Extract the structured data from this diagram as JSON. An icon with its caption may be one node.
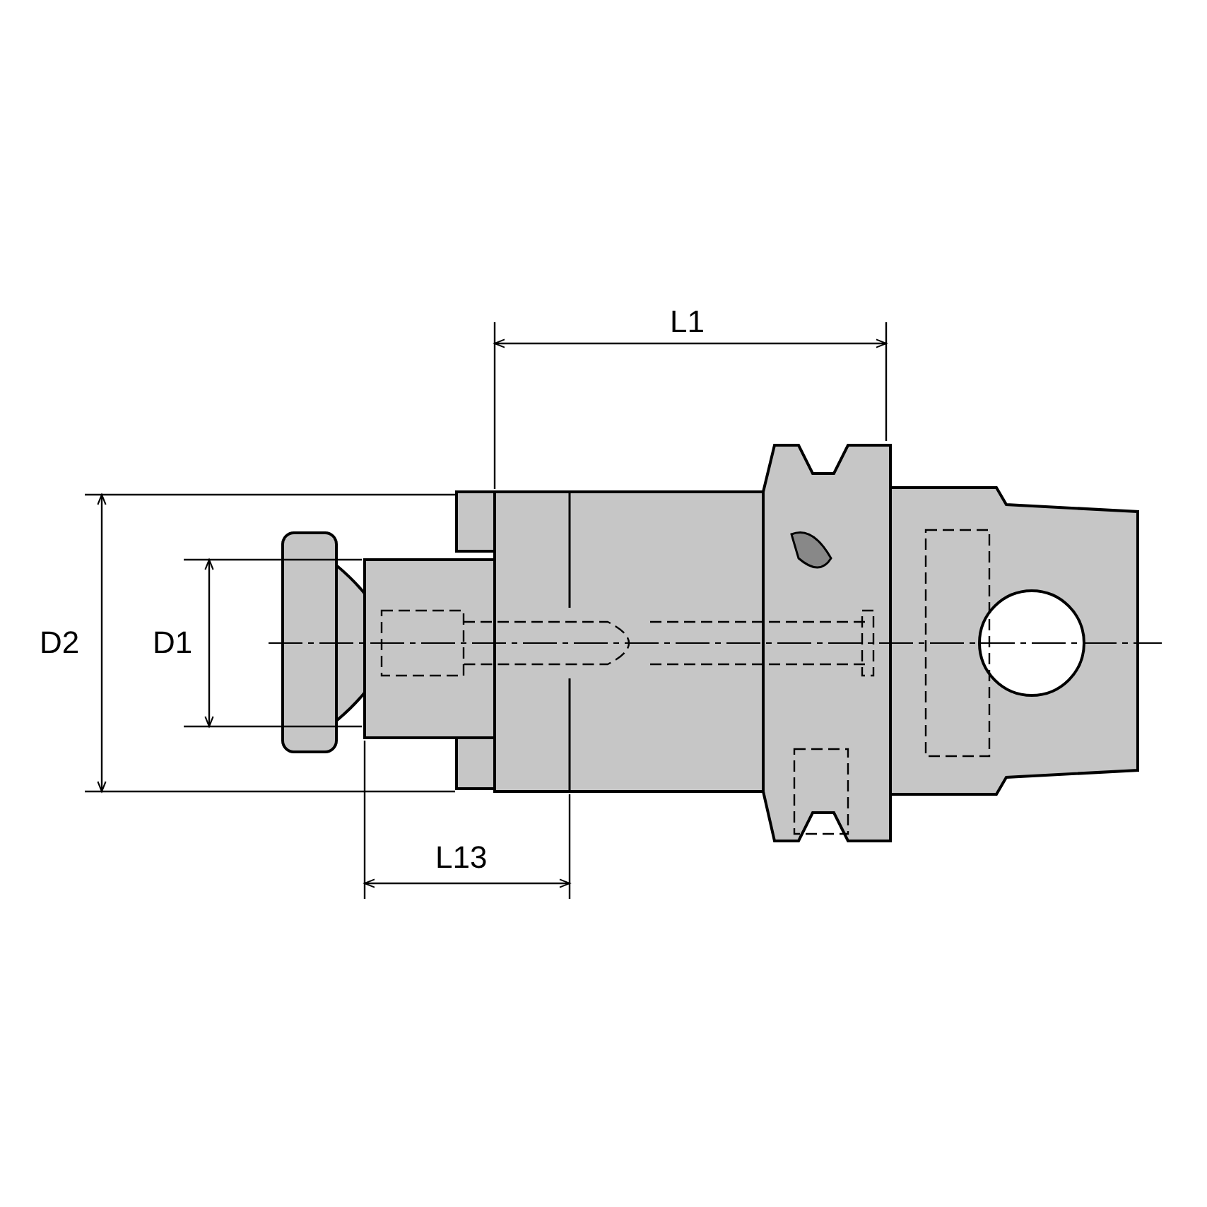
{
  "diagram": {
    "labels": [
      "L1",
      "D2",
      "D1",
      "L13"
    ]
  }
}
